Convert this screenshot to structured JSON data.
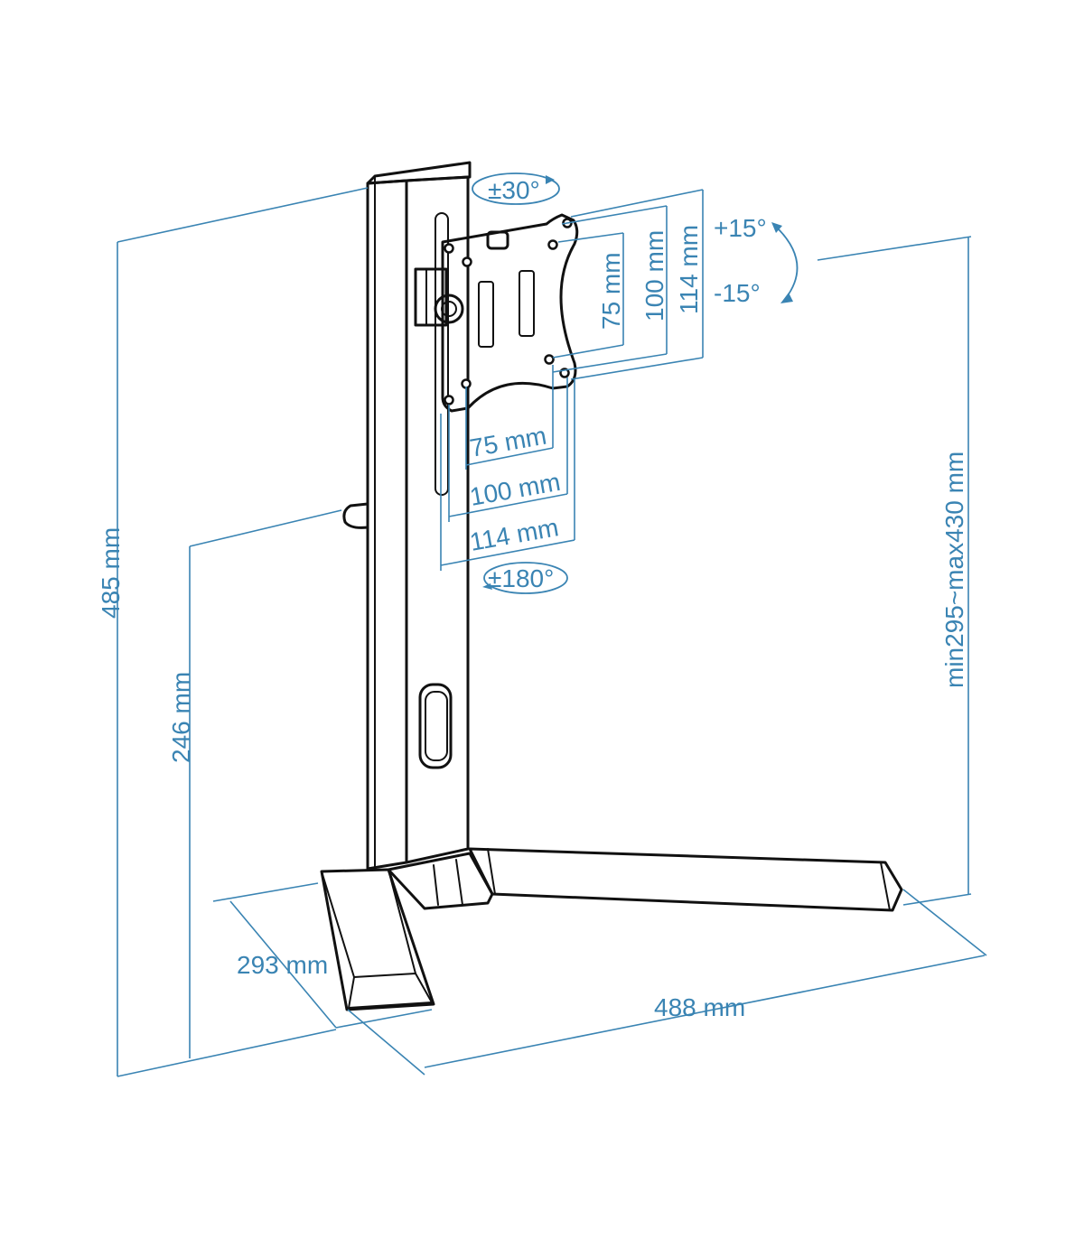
{
  "diagram": {
    "colors": {
      "dimension": "#3a84b3",
      "outline": "#111111",
      "background": "#ffffff"
    },
    "labels": {
      "swivel": "±30°",
      "tilt_up": "+15°",
      "tilt_down": "-15°",
      "rotation": "±180°",
      "vesa_v_75": "75 mm",
      "vesa_v_100": "100 mm",
      "vesa_v_114": "114 mm",
      "vesa_h_75": "75 mm",
      "vesa_h_100": "100 mm",
      "vesa_h_114": "114 mm",
      "total_height": "485 mm",
      "arm_height": "246 mm",
      "height_range": "min295~max430 mm",
      "base_depth": "293 mm",
      "base_width": "488 mm"
    }
  }
}
